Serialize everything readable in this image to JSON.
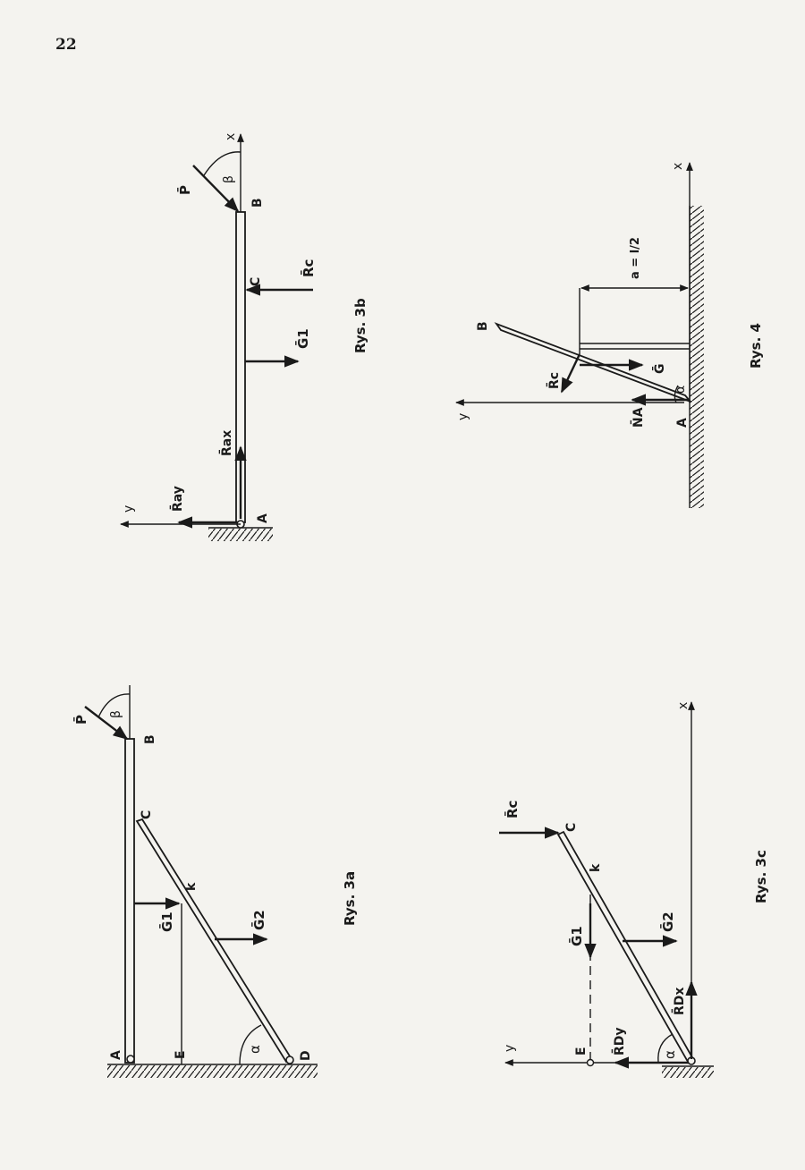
{
  "page": {
    "number": "22"
  },
  "fig3b": {
    "caption": "Rys. 3b",
    "labels": {
      "x": "x",
      "y": "y",
      "A": "A",
      "B": "B",
      "C": "C",
      "P": "P̄",
      "beta": "β",
      "Rc": "R̄c",
      "G1": "Ḡ1",
      "Rax": "R̄ax",
      "Ray": "R̄ay"
    }
  },
  "fig4": {
    "caption": "Rys. 4",
    "labels": {
      "x": "x",
      "y": "y",
      "A": "A",
      "B": "B",
      "Rc": "R̄c",
      "G": "Ḡ",
      "NA": "N̄A",
      "alpha": "α",
      "dim": "a = l/2"
    }
  },
  "fig3a": {
    "caption": "Rys. 3a",
    "labels": {
      "A": "A",
      "B": "B",
      "C": "C",
      "D": "D",
      "E": "E",
      "k": "k",
      "P": "P̄",
      "beta": "β",
      "alpha": "α",
      "G1": "Ḡ1",
      "G2": "Ḡ2"
    }
  },
  "fig3c": {
    "caption": "Rys. 3c",
    "labels": {
      "x": "x",
      "y": "y",
      "C": "C",
      "E": "E",
      "k": "k",
      "Rc": "R̄c",
      "G1": "Ḡ1",
      "G2": "Ḡ2",
      "Rdx": "R̄Dx",
      "Rdy": "R̄Dy",
      "alpha": "α"
    }
  }
}
